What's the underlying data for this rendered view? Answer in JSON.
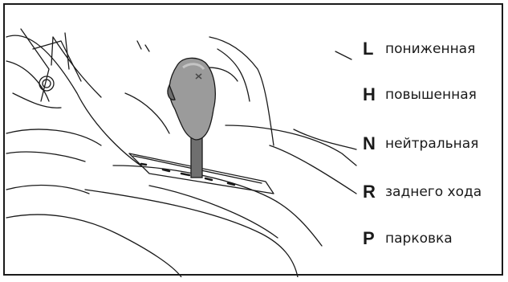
{
  "legend": [
    {
      "letter": "L",
      "description": "пониженная"
    },
    {
      "letter": "H",
      "description": "повышенная"
    },
    {
      "letter": "N",
      "description": "нейтральная"
    },
    {
      "letter": "R",
      "description": "заднего хода"
    },
    {
      "letter": "P",
      "description": "парковка"
    }
  ],
  "colors": {
    "line": "#1a1a1a",
    "knob": "#9b9b9b",
    "knob_highlight": "#c4c4c4",
    "stem": "#6f6f6f",
    "background": "#ffffff"
  }
}
